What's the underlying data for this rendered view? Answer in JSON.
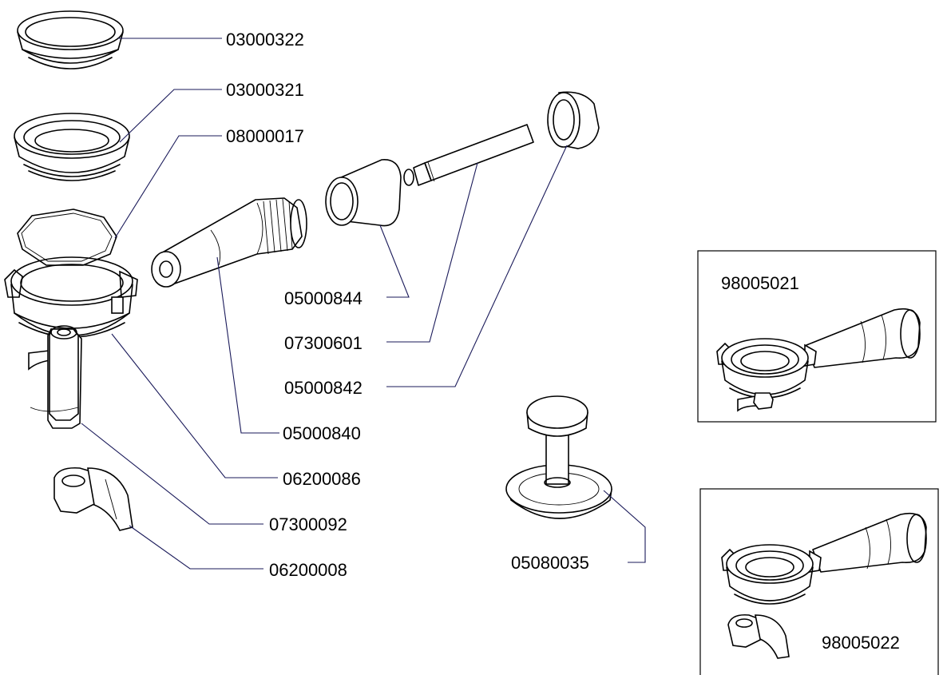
{
  "callouts": {
    "basket_single": "03000322",
    "basket_double": "03000321",
    "spring_clip": "08000017",
    "portafilter_body": "06200086",
    "handle_grip": "05000840",
    "handle_cap": "05000844",
    "handle_rod": "07300601",
    "handle_end_cap": "05000842",
    "spout_single": "07300092",
    "spout_double": "06200008",
    "tamper": "05080035"
  },
  "assemblies": {
    "single_portafilter": "98005021",
    "double_portafilter": "98005022"
  }
}
